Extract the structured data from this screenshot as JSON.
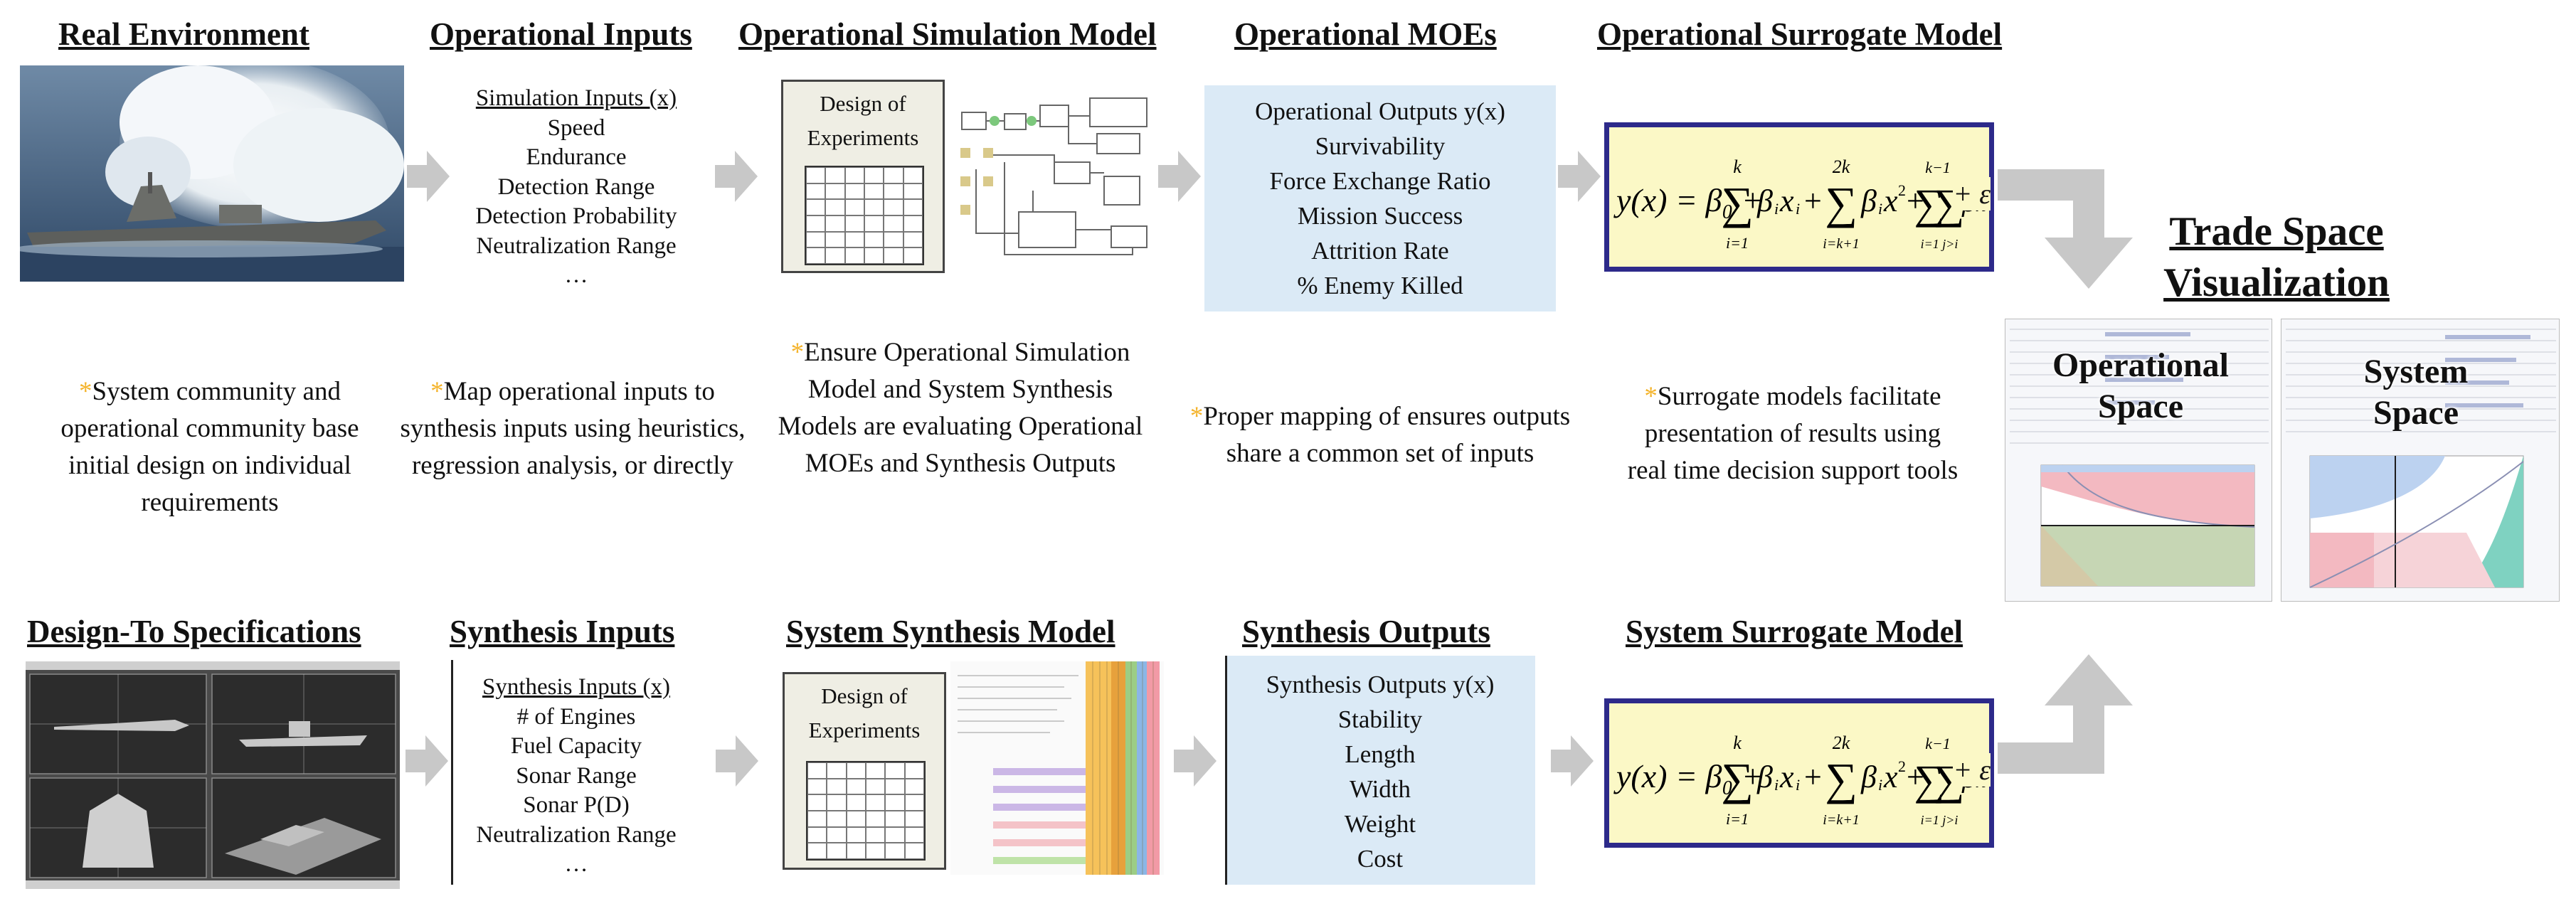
{
  "headings": {
    "real_environment": "Real Environment",
    "operational_inputs": "Operational Inputs",
    "operational_simulation_model": "Operational Simulation Model",
    "operational_moes": "Operational MOEs",
    "operational_surrogate_model": "Operational Surrogate Model",
    "design_to_specifications": "Design-To Specifications",
    "synthesis_inputs": "Synthesis Inputs",
    "system_synthesis_model": "System Synthesis Model",
    "synthesis_outputs": "Synthesis Outputs",
    "system_surrogate_model": "System Surrogate Model",
    "trade_space_line1": "Trade Space",
    "trade_space_line2": "Visualization"
  },
  "operational_inputs": {
    "title": "Simulation Inputs (x)",
    "items": [
      "Speed",
      "Endurance",
      "Detection Range",
      "Detection Probability",
      "Neutralization Range",
      "…"
    ]
  },
  "synthesis_inputs": {
    "title": "Synthesis Inputs (x)",
    "items": [
      "# of Engines",
      "Fuel Capacity",
      "Sonar Range",
      "Sonar P(D)",
      "Neutralization Range",
      "…"
    ]
  },
  "operational_outputs": {
    "title": "Operational Outputs y(x)",
    "items": [
      "Survivability",
      "Force Exchange Ratio",
      "Mission Success",
      "Attrition Rate",
      "% Enemy Killed"
    ]
  },
  "synthesis_outputs": {
    "title": "Synthesis Outputs y(x)",
    "items": [
      "Stability",
      "Length",
      "Width",
      "Weight",
      "Cost"
    ]
  },
  "design_of_experiments": {
    "line1": "Design of",
    "line2": "Experiments"
  },
  "notes": {
    "star": "*",
    "note1": "System community and operational community base initial design on individual requirements",
    "note2": "Map operational inputs to synthesis inputs using heuristics, regression analysis, or directly",
    "note3": "Ensure Operational Simulation Model and System Synthesis Models are evaluating Operational MOEs and Synthesis Outputs",
    "note4": "Proper mapping of ensures outputs share a common set of inputs",
    "note5": "Surrogate models facilitate presentation of results using real time decision support tools"
  },
  "formula": {
    "lhs": "y(x) = β₀ +",
    "sum1_top": "k",
    "sum1_bottom": "i=1",
    "term1": "β",
    "sum2_top": "2k",
    "sum2_bottom": "i=k+1",
    "term2": "β",
    "sum3_top": "k−1",
    "sum3_bottom": "i=1 j>i",
    "term3": "β",
    "tail": "+ ε"
  },
  "trade_space": {
    "operational_space": [
      "Operational",
      "Space"
    ],
    "system_space": [
      "System",
      "Space"
    ]
  },
  "colors": {
    "arrow": "#c8c8c8",
    "moe_fill": "#dbeaf6",
    "formula_fill": "#fbf8c6",
    "formula_border": "#2d2a8a",
    "star": "#f4b32a"
  },
  "icons": [
    "right-arrow-icon",
    "bent-arrow-down-icon",
    "bent-arrow-up-icon"
  ]
}
